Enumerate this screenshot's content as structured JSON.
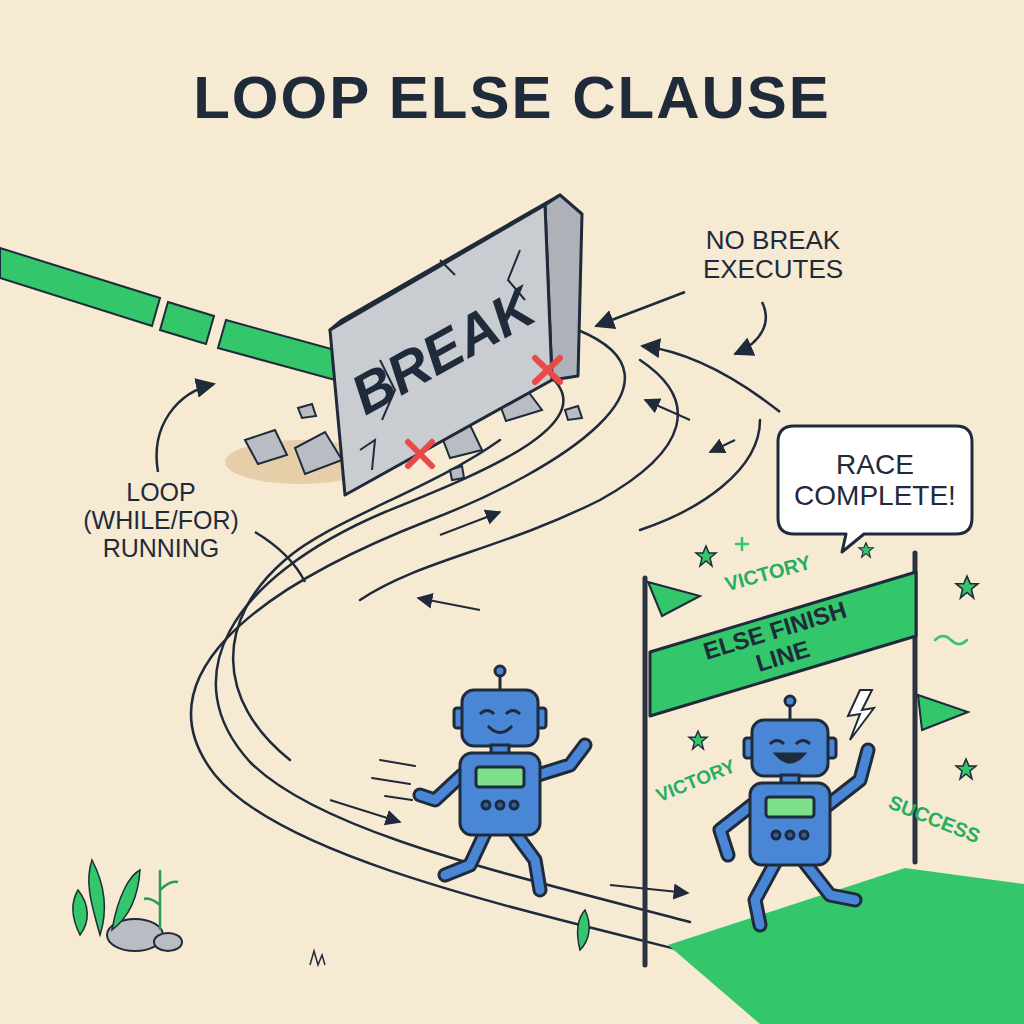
{
  "diagram": {
    "title": "LOOP ELSE CLAUSE",
    "nodes": [
      {
        "text": [
          "BREAK"
        ]
      },
      {
        "text": [
          "RACE COMPLETE!"
        ]
      },
      {
        "text": [
          "ELSE FINISH LINE"
        ]
      }
    ],
    "labels": [
      "NO BREAK EXECUTES",
      "LOOP (WHILE/FOR) RUNNING",
      "VICTORY",
      "VICTORY",
      "SUCCESS"
    ]
  }
}
